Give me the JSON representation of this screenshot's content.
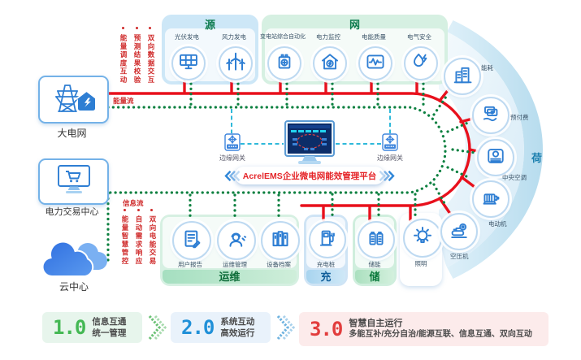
{
  "left": {
    "grid_card": {
      "label": "大电网",
      "icon": "tower-home"
    },
    "trade_card": {
      "label": "电力交易中心",
      "icon": "monitor-cart"
    },
    "cloud": {
      "label": "云中心",
      "icon": "cloud"
    }
  },
  "flow_labels": {
    "energy": "能量流",
    "info": "信息流"
  },
  "red_texts_top": [
    "双向数据交互",
    "预测结果校验",
    "能量调度互动"
  ],
  "red_texts_bottom": [
    "双向电能交易",
    "自动需求响应",
    "能量智慧管控"
  ],
  "panels": {
    "source": {
      "title": "源",
      "items": [
        {
          "label": "光伏发电",
          "icon": "solar"
        },
        {
          "label": "风力发电",
          "icon": "wind"
        }
      ]
    },
    "grid": {
      "title": "网",
      "items": [
        {
          "label": "变电站综合自动化",
          "icon": "substation"
        },
        {
          "label": "电力监控",
          "icon": "power-monitor"
        },
        {
          "label": "电能质量",
          "icon": "power-quality"
        },
        {
          "label": "电气安全",
          "icon": "electric-safety"
        }
      ]
    },
    "ops": {
      "title": "运维",
      "items": [
        {
          "label": "用户报告",
          "icon": "report"
        },
        {
          "label": "运维管理",
          "icon": "worker"
        },
        {
          "label": "设备档案",
          "icon": "archive"
        }
      ]
    },
    "charge": {
      "title": "充",
      "items": [
        {
          "label": "充电桩",
          "icon": "charger"
        }
      ]
    },
    "storage": {
      "title": "储",
      "items": [
        {
          "label": "储能",
          "icon": "battery"
        }
      ]
    },
    "lighting": {
      "items": [
        {
          "label": "照明",
          "icon": "bulb"
        }
      ]
    }
  },
  "load": {
    "title": "荷",
    "items": [
      {
        "label": "能耗",
        "icon": "buildings"
      },
      {
        "label": "预付费",
        "icon": "prepaid"
      },
      {
        "label": "中央空调",
        "icon": "hvac"
      },
      {
        "label": "电动机",
        "icon": "motor"
      },
      {
        "label": "空压机",
        "icon": "compressor"
      }
    ]
  },
  "center": {
    "platform": "AcrelEMS企业微电网能效管理平台",
    "gateway_left": "边缘网关",
    "gateway_right": "边缘网关"
  },
  "stages": [
    {
      "version": "1.0",
      "lines": [
        "信息互通",
        "统一管理"
      ]
    },
    {
      "version": "2.0",
      "lines": [
        "系统互动",
        "高效运行"
      ]
    },
    {
      "version": "3.0",
      "lines": [
        "智慧自主运行",
        "多能互补/充分自治/能源互联、信息互通、双向互动"
      ]
    }
  ],
  "colors": {
    "energy_line": "#e8101c",
    "info_line": "#0c8040",
    "gateway_line": "#2fb9da",
    "stage1": "#44b854",
    "stage2": "#2090d8",
    "stage3": "#e23d3d",
    "icon_blue": "#2e7ed3"
  }
}
